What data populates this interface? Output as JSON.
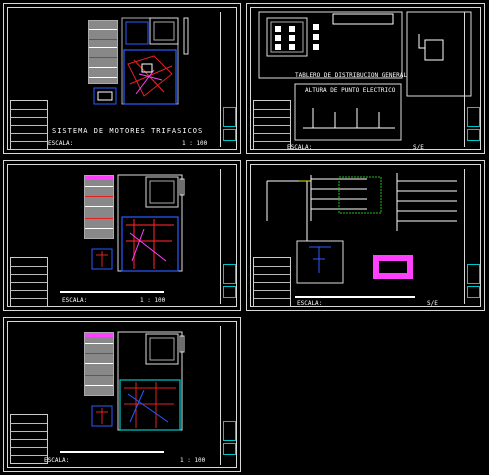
{
  "sheets": {
    "s1": {
      "title": "SISTEMA DE MOTORES TRIFASICOS",
      "scale_label": "ESCALA:",
      "scale_value": "1 : 100"
    },
    "s2": {
      "panel_title": "TABLERO DE DISTRIBUCION GENERAL",
      "height_title": "ALTURA DE PUNTO ELECTRICO",
      "scale_label": "ESCALA:",
      "scale_value": "S/E"
    },
    "s3": {
      "scale_label": "ESCALA:",
      "scale_value": "1 : 100"
    },
    "s4": {
      "scale_label": "ESCALA:",
      "scale_value": "S/E"
    },
    "s5": {
      "scale_label": "ESCALA:",
      "scale_value": "1 : 100"
    }
  },
  "colors": {
    "border": "#d8d8d8",
    "cyan": "#00c8c8",
    "red": "#e02020",
    "blue": "#2a5cff",
    "magenta": "#ff40ff",
    "green": "#20c020",
    "yellow": "#e8e800"
  }
}
